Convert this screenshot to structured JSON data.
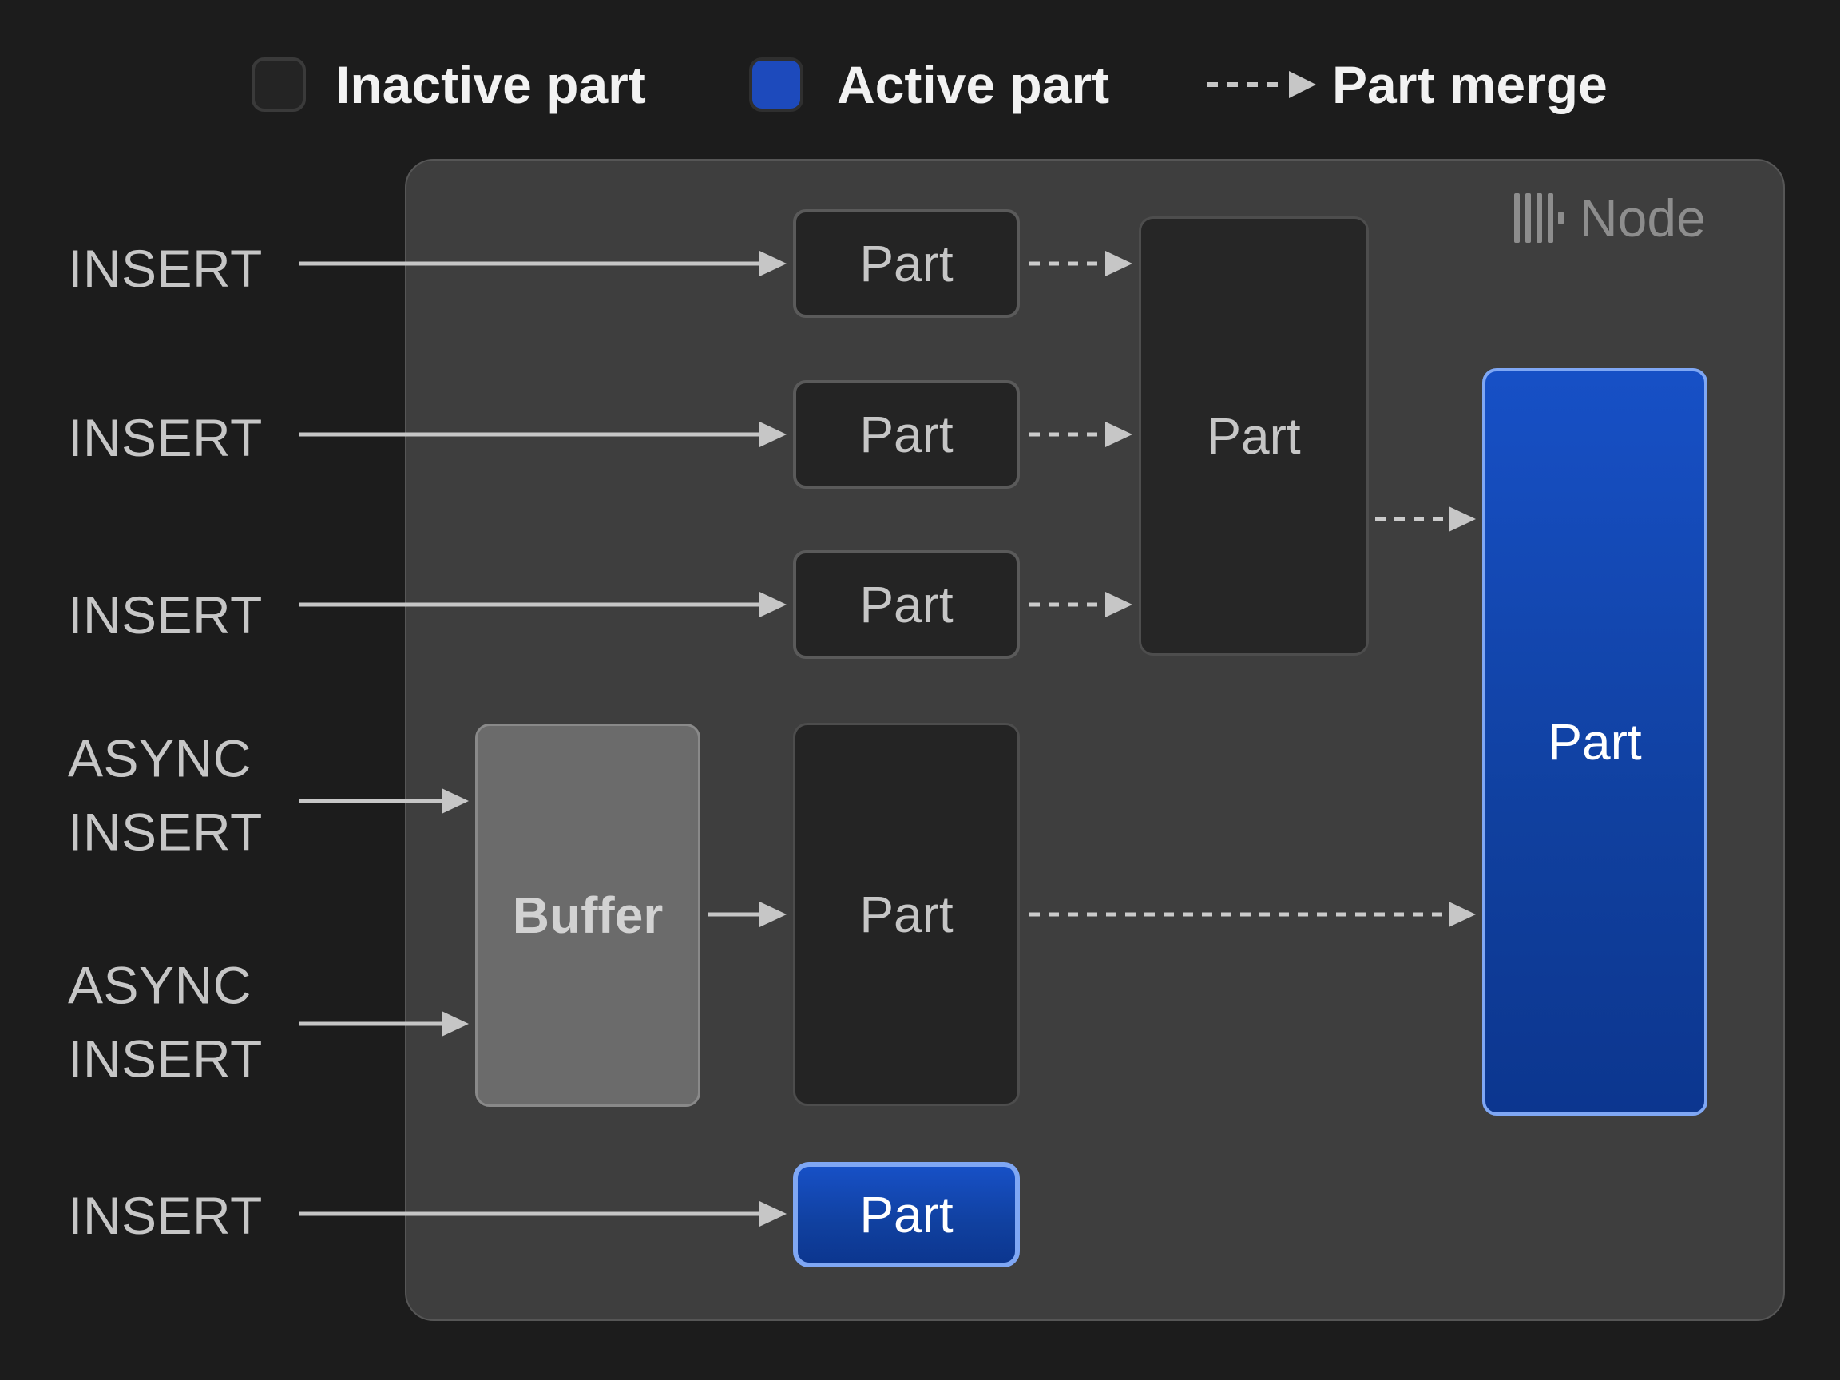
{
  "legend": {
    "inactive_label": "Inactive part",
    "active_label": "Active part",
    "merge_label": "Part merge"
  },
  "node": {
    "title": "Node",
    "logo_icon": "clickhouse-logo"
  },
  "inputs": [
    {
      "label": "INSERT"
    },
    {
      "label": "INSERT"
    },
    {
      "label": "INSERT"
    },
    {
      "label": "ASYNC INSERT"
    },
    {
      "label": "ASYNC INSERT"
    },
    {
      "label": "INSERT"
    }
  ],
  "boxes": {
    "part1": "Part",
    "part2": "Part",
    "part3": "Part",
    "merge_target": "Part",
    "buffer": "Buffer",
    "buffer_part": "Part",
    "active_main": "Part",
    "active_insert": "Part"
  },
  "colors": {
    "background": "#1c1c1c",
    "node_fill": "#3e3e3e",
    "inactive_part_fill": "#242424",
    "inactive_part_border": "#5a5a5a",
    "active_part_blue": "#1347b4",
    "active_part_border": "#7fa7f4",
    "buffer_fill": "#6b6b6b",
    "arrow_gray": "#c6c6c6",
    "label_gray": "#c6c6c6",
    "node_title_gray": "#8d8d8d"
  }
}
